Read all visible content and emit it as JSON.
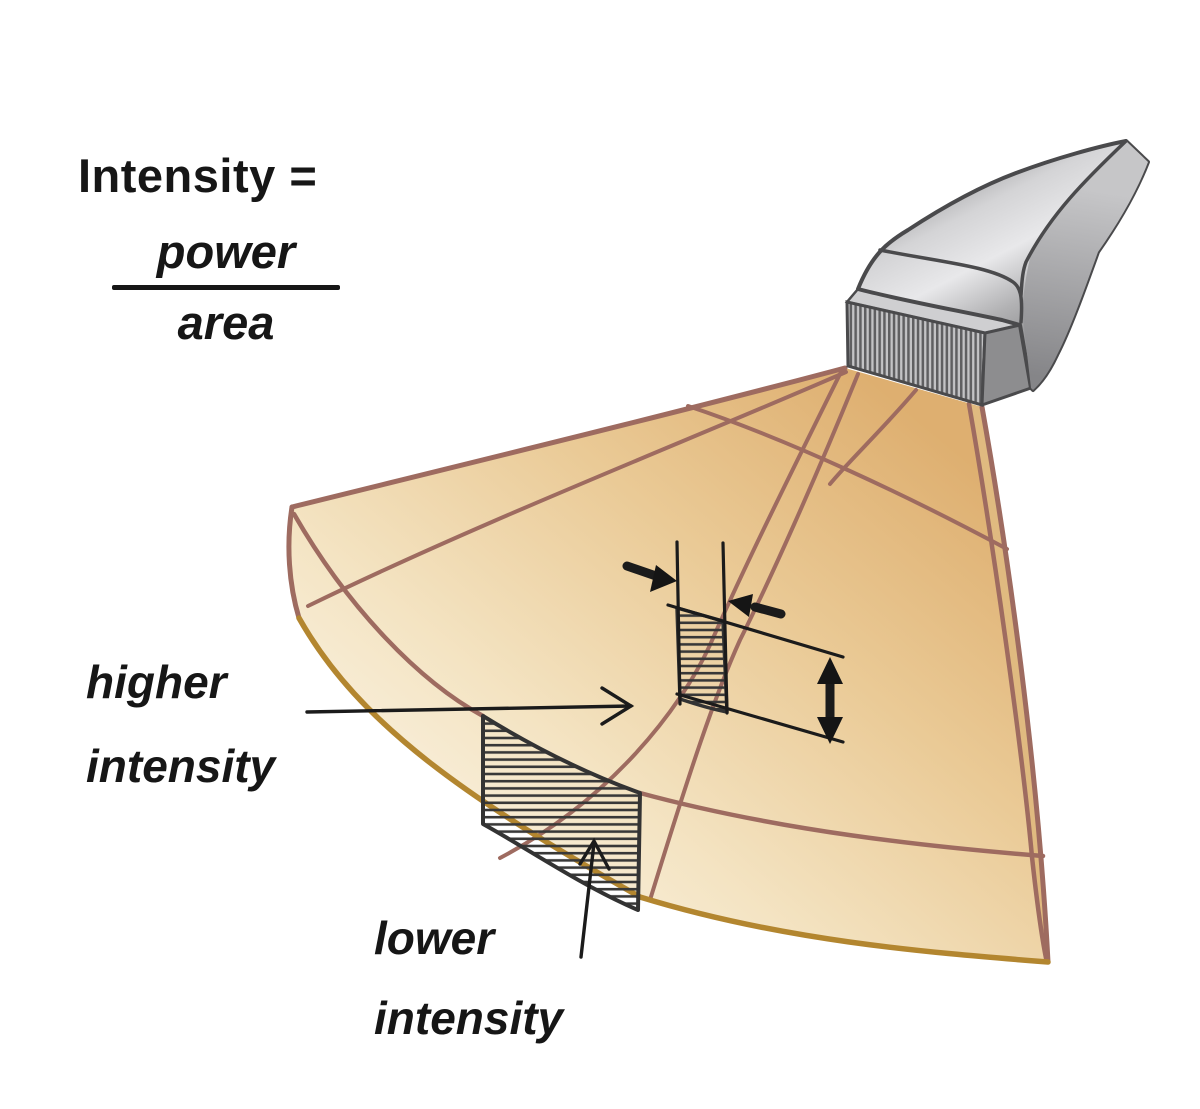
{
  "formula": {
    "lhs": "Intensity =",
    "numerator": "power",
    "denominator": "area"
  },
  "labels": {
    "higher": {
      "line1": "higher",
      "line2": "intensity"
    },
    "lower": {
      "line1": "lower",
      "line2": "intensity"
    }
  },
  "diagram": {
    "icons": [
      "ultrasound-transducer-probe-icon",
      "beam-fan-icon",
      "small-area-patch-icon",
      "large-area-patch-icon",
      "width-arrow-icons",
      "depth-double-arrow-icon",
      "higher-intensity-arrow-icon",
      "lower-intensity-arrow-icon"
    ],
    "colors": {
      "background": "#ffffff",
      "beam_tan_dark": "#deaf70",
      "beam_tan_light": "#fbf4e6",
      "beam_outline_mauve": "#9e6b60",
      "beam_bottom_gold": "#b3862f",
      "probe_gray_light": "#e8e8ea",
      "probe_gray_dark": "#8d8d8f",
      "probe_outline": "#4a4a4c",
      "annotation_black": "#1b1b1b",
      "text": "#161616"
    }
  }
}
